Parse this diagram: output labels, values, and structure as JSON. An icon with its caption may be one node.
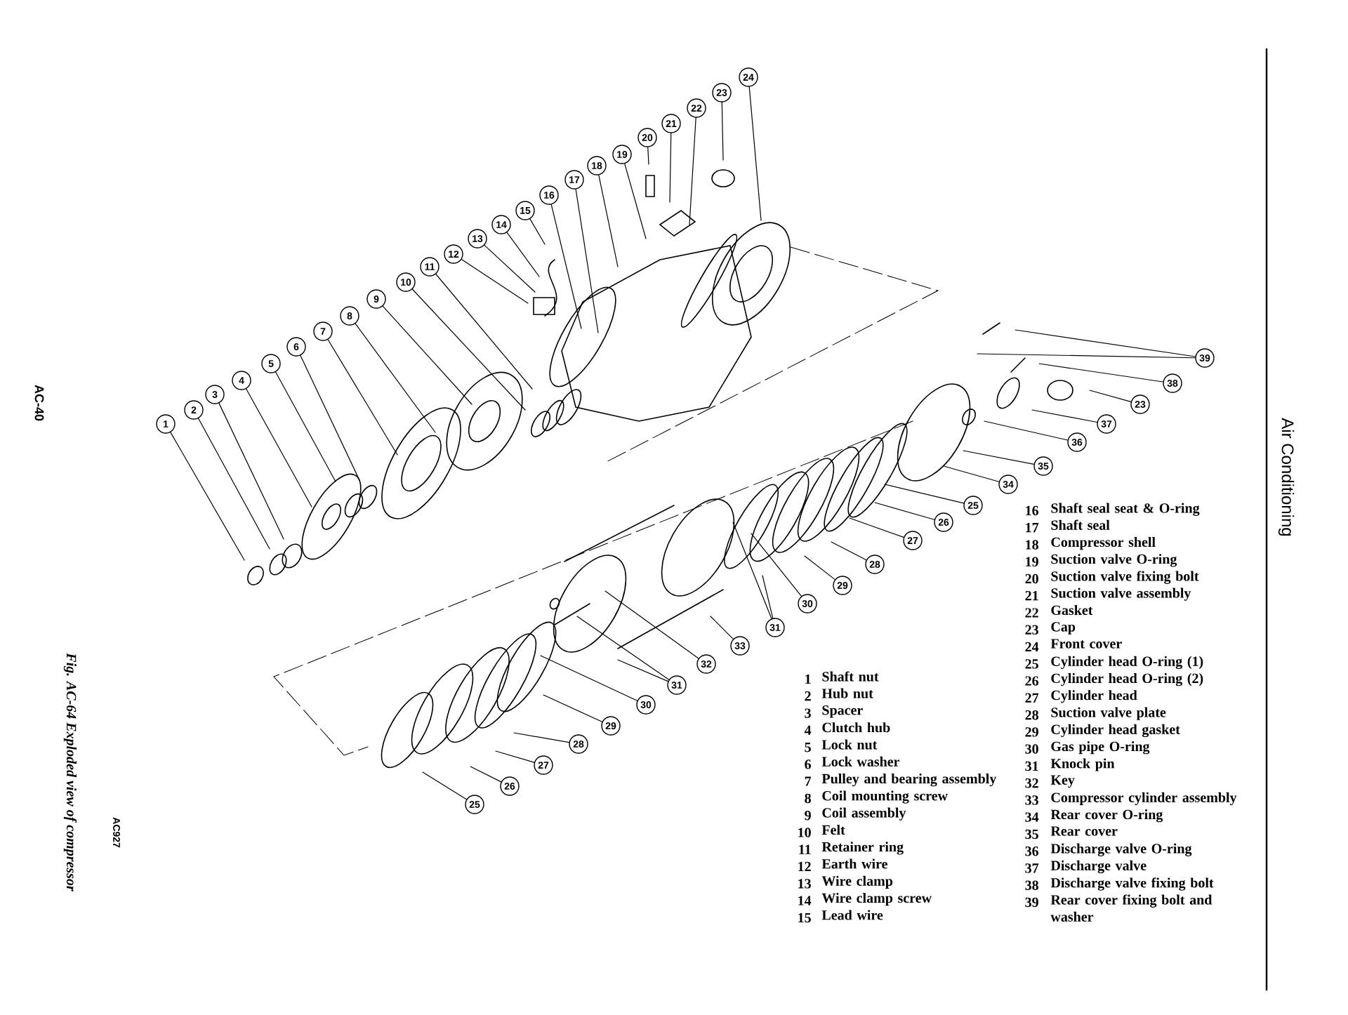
{
  "diagram": {
    "caption": "Fig. AC-64 Exploded view of compressor",
    "nodes": [
      {
        "text": [
          "1"
        ]
      },
      {
        "text": [
          "2"
        ]
      },
      {
        "text": [
          "3"
        ]
      },
      {
        "text": [
          "4"
        ]
      },
      {
        "text": [
          "5"
        ]
      },
      {
        "text": [
          "6"
        ]
      },
      {
        "text": [
          "7"
        ]
      },
      {
        "text": [
          "8"
        ]
      },
      {
        "text": [
          "9"
        ]
      },
      {
        "text": [
          "10"
        ]
      },
      {
        "text": [
          "11"
        ]
      },
      {
        "text": [
          "12"
        ]
      },
      {
        "text": [
          "13"
        ]
      },
      {
        "text": [
          "14"
        ]
      },
      {
        "text": [
          "15"
        ]
      },
      {
        "text": [
          "16"
        ]
      },
      {
        "text": [
          "17"
        ]
      },
      {
        "text": [
          "18"
        ]
      },
      {
        "text": [
          "19"
        ]
      },
      {
        "text": [
          "20"
        ]
      },
      {
        "text": [
          "21"
        ]
      },
      {
        "text": [
          "22"
        ]
      },
      {
        "text": [
          "23"
        ]
      },
      {
        "text": [
          "24"
        ]
      },
      {
        "text": [
          "39"
        ]
      },
      {
        "text": [
          "38"
        ]
      },
      {
        "text": [
          "23"
        ]
      },
      {
        "text": [
          "37"
        ]
      },
      {
        "text": [
          "36"
        ]
      },
      {
        "text": [
          "35"
        ]
      },
      {
        "text": [
          "34"
        ]
      },
      {
        "text": [
          "25"
        ]
      },
      {
        "text": [
          "26"
        ]
      },
      {
        "text": [
          "27"
        ]
      },
      {
        "text": [
          "28"
        ]
      },
      {
        "text": [
          "29"
        ]
      },
      {
        "text": [
          "30"
        ]
      },
      {
        "text": [
          "31"
        ]
      },
      {
        "text": [
          "33"
        ]
      },
      {
        "text": [
          "32"
        ]
      },
      {
        "text": [
          "31"
        ]
      },
      {
        "text": [
          "30"
        ]
      },
      {
        "text": [
          "29"
        ]
      },
      {
        "text": [
          "28"
        ]
      },
      {
        "text": [
          "27"
        ]
      },
      {
        "text": [
          "26"
        ]
      },
      {
        "text": [
          "25"
        ]
      }
    ],
    "edges": [
      {
        "from": 0,
        "to": null,
        "arrow": "none"
      },
      {
        "from": 1,
        "to": null,
        "arrow": "none"
      },
      {
        "from": 2,
        "to": null,
        "arrow": "none"
      },
      {
        "from": 3,
        "to": null,
        "arrow": "none"
      },
      {
        "from": 4,
        "to": null,
        "arrow": "none"
      },
      {
        "from": 5,
        "to": null,
        "arrow": "none"
      },
      {
        "from": 6,
        "to": null,
        "arrow": "none"
      },
      {
        "from": 7,
        "to": null,
        "arrow": "none"
      },
      {
        "from": 8,
        "to": null,
        "arrow": "none"
      },
      {
        "from": 9,
        "to": null,
        "arrow": "none"
      },
      {
        "from": 10,
        "to": null,
        "arrow": "none"
      },
      {
        "from": 11,
        "to": null,
        "arrow": "none"
      },
      {
        "from": 12,
        "to": null,
        "arrow": "none"
      },
      {
        "from": 13,
        "to": null,
        "arrow": "none"
      },
      {
        "from": 14,
        "to": null,
        "arrow": "none"
      },
      {
        "from": 15,
        "to": null,
        "arrow": "none"
      },
      {
        "from": 16,
        "to": null,
        "arrow": "none"
      },
      {
        "from": 17,
        "to": null,
        "arrow": "none"
      },
      {
        "from": 18,
        "to": null,
        "arrow": "none"
      },
      {
        "from": 19,
        "to": null,
        "arrow": "none"
      },
      {
        "from": 20,
        "to": null,
        "arrow": "none"
      },
      {
        "from": 21,
        "to": null,
        "arrow": "none"
      },
      {
        "from": 22,
        "to": null,
        "arrow": "none"
      },
      {
        "from": 23,
        "to": null,
        "arrow": "none"
      },
      {
        "from": 24,
        "to": null,
        "arrow": "none"
      },
      {
        "from": 24,
        "to": null,
        "arrow": "none"
      },
      {
        "from": 25,
        "to": null,
        "arrow": "none"
      },
      {
        "from": 26,
        "to": null,
        "arrow": "none"
      },
      {
        "from": 27,
        "to": null,
        "arrow": "none"
      },
      {
        "from": 28,
        "to": null,
        "arrow": "none"
      },
      {
        "from": 29,
        "to": null,
        "arrow": "none"
      },
      {
        "from": 30,
        "to": null,
        "arrow": "none"
      },
      {
        "from": 31,
        "to": null,
        "arrow": "none"
      },
      {
        "from": 32,
        "to": null,
        "arrow": "none"
      },
      {
        "from": 33,
        "to": null,
        "arrow": "none"
      },
      {
        "from": 34,
        "to": null,
        "arrow": "none"
      },
      {
        "from": 35,
        "to": null,
        "arrow": "none"
      },
      {
        "from": 36,
        "to": null,
        "arrow": "none"
      },
      {
        "from": 37,
        "to": null,
        "arrow": "none"
      },
      {
        "from": 37,
        "to": null,
        "arrow": "none"
      },
      {
        "from": 38,
        "to": null,
        "arrow": "none"
      },
      {
        "from": 39,
        "to": null,
        "arrow": "none"
      },
      {
        "from": 40,
        "to": null,
        "arrow": "none"
      },
      {
        "from": 40,
        "to": null,
        "arrow": "none"
      },
      {
        "from": 41,
        "to": null,
        "arrow": "none"
      },
      {
        "from": 42,
        "to": null,
        "arrow": "none"
      },
      {
        "from": 43,
        "to": null,
        "arrow": "none"
      },
      {
        "from": 44,
        "to": null,
        "arrow": "none"
      },
      {
        "from": 45,
        "to": null,
        "arrow": "none"
      },
      {
        "from": 46,
        "to": null,
        "arrow": "none"
      }
    ],
    "labels": [
      "AC-40",
      "AC927",
      "Air Conditioning",
      "1",
      "Shaft nut",
      "2",
      "Hub nut",
      "3",
      "Spacer",
      "4",
      "Clutch hub",
      "5",
      "Lock nut",
      "6",
      "Lock washer",
      "7",
      "Pulley and bearing assembly",
      "8",
      "Coil mounting screw",
      "9",
      "Coil assembly",
      "10",
      "Felt",
      "11",
      "Retainer ring",
      "12",
      "Earth wire",
      "13",
      "Wire clamp",
      "14",
      "Wire clamp screw",
      "15",
      "Lead wire",
      "16",
      "Shaft seal seat & O-ring",
      "17",
      "Shaft seal",
      "18",
      "Compressor shell",
      "19",
      "Suction valve O-ring",
      "20",
      "Suction valve fixing bolt",
      "21",
      "Suction valve assembly",
      "22",
      "Gasket",
      "23",
      "Cap",
      "24",
      "Front cover",
      "25",
      "Cylinder head O-ring (1)",
      "26",
      "Cylinder head O-ring (2)",
      "27",
      "Cylinder head",
      "28",
      "Suction valve plate",
      "29",
      "Cylinder head gasket",
      "30",
      "Gas pipe O-ring",
      "31",
      "Knock pin",
      "32",
      "Key",
      "33",
      "Compressor cylinder assembly",
      "34",
      "Rear cover O-ring",
      "35",
      "Rear cover",
      "36",
      "Discharge valve O-ring",
      "37",
      "Discharge valve",
      "38",
      "Discharge valve fixing bolt",
      "39",
      "Rear cover fixing bolt and washer"
    ]
  }
}
